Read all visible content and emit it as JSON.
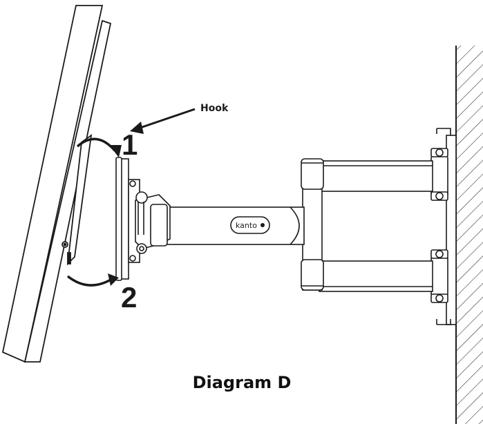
{
  "labels": {
    "hook": "Hook",
    "step1": "1",
    "step2": "2",
    "brand": "kanto",
    "caption": "Diagram D"
  },
  "colors": {
    "line": "#1a1a1a",
    "arm_fill": "#ffffff",
    "wall_hatch": "#333333"
  }
}
